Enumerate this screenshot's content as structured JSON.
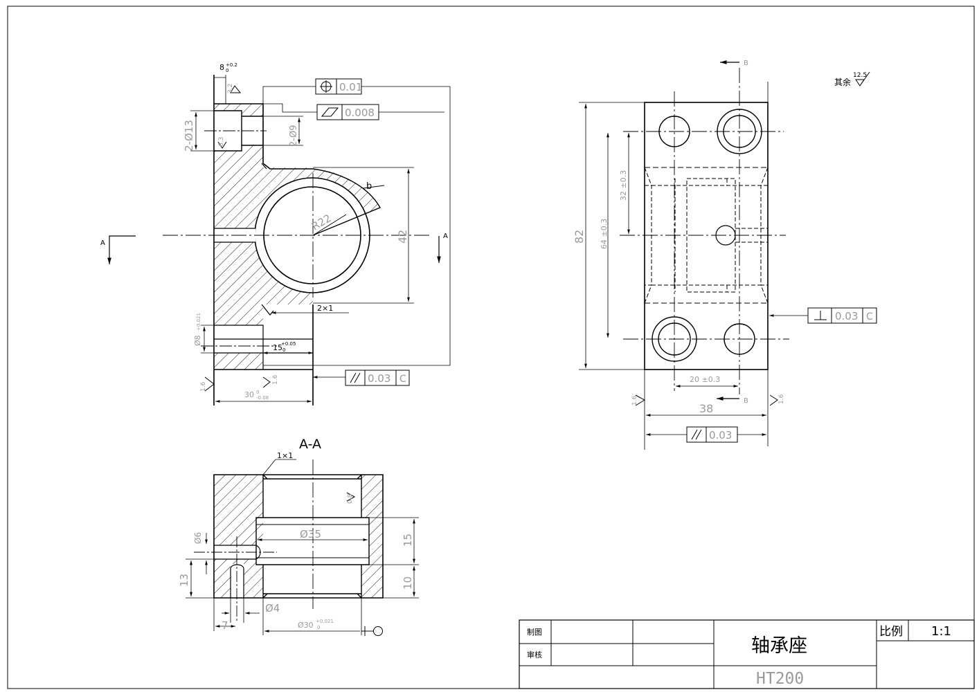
{
  "drawing": {
    "title": "轴承座",
    "material": "HT200",
    "scale_label": "比例",
    "scale_value": "1:1",
    "drawn_by_label": "制图",
    "checked_by_label": "审核",
    "section_title": "A-A",
    "general_finish_label": "其余",
    "general_finish_value": "12.5",
    "section_letter_a": "A",
    "section_letter_b": "B"
  },
  "front_view": {
    "dim_top_width": "8",
    "dim_top_width_tol": "+0.2",
    "dim_top_width_tol_lo": "0",
    "rough_top": "3.2",
    "dim_cbore": "2-Ø13",
    "rough_cbore": "6.3",
    "dim_hole": "2-Ø9",
    "dim_bore_height": "42",
    "dim_radius": "R22",
    "label_b": "b",
    "dim_chamfer": "2×1",
    "dim_lower_hole": "Ø8",
    "dim_lower_hole_tol": "+0.021",
    "dim_slot": "15",
    "dim_slot_tol": "+0.05",
    "dim_slot_tol_lo": "0",
    "rough_left": "1.6",
    "rough_right": "1.6",
    "dim_width": "30",
    "dim_width_tol_hi": "0",
    "dim_width_tol_lo": "-0.08",
    "gdt_position_value": "0.01",
    "gdt_flatness_value": "0.008",
    "gdt_parallel_value": "0.03",
    "gdt_parallel_datum": "C"
  },
  "side_view": {
    "dim_height": "82",
    "dim_64": "64 ±0.3",
    "dim_32": "32 ±0.3",
    "dim_20": "20 ±0.3",
    "dim_38": "38",
    "rough_left": "1.6",
    "rough_right": "1.6",
    "gdt_perp_value": "0.03",
    "gdt_perp_datum": "C",
    "gdt_parallel_value": "0.03"
  },
  "section_view": {
    "dim_chamfer": "1×1",
    "rough": "0.8",
    "dim_bore": "Ø35",
    "dim_15": "15",
    "dim_10": "10",
    "dim_13": "13",
    "dim_6": "Ø6",
    "dim_4": "Ø4",
    "dim_7": "7",
    "dim_base_bore": "Ø30",
    "dim_base_bore_tol": "+0.021",
    "dim_base_bore_tol_lo": "0"
  }
}
